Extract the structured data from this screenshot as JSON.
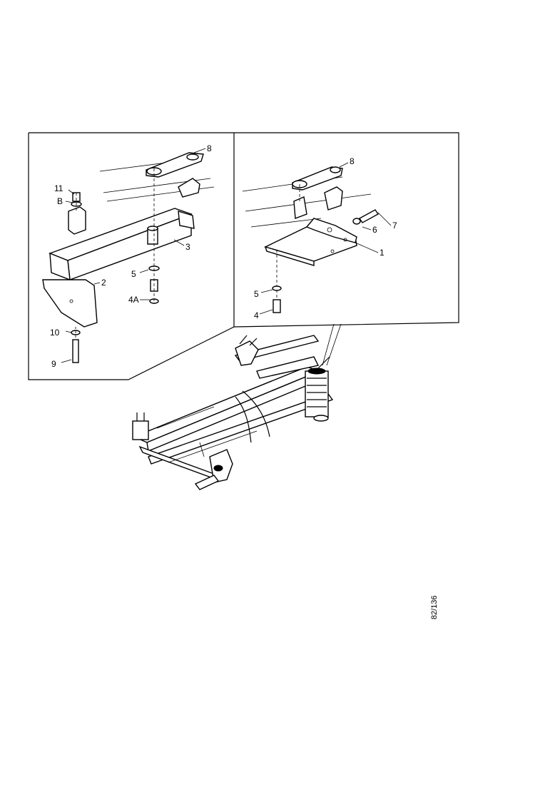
{
  "callouts_left": {
    "c8": "8",
    "c11": "11",
    "cB": "B",
    "c3": "3",
    "c2": "2",
    "c5": "5",
    "c4A": "4A",
    "c10": "10",
    "c9": "9"
  },
  "callouts_right": {
    "c8": "8",
    "c7": "7",
    "c6": "6",
    "c1": "1",
    "c5": "5",
    "c4": "4"
  },
  "drawing_code": "82/136"
}
